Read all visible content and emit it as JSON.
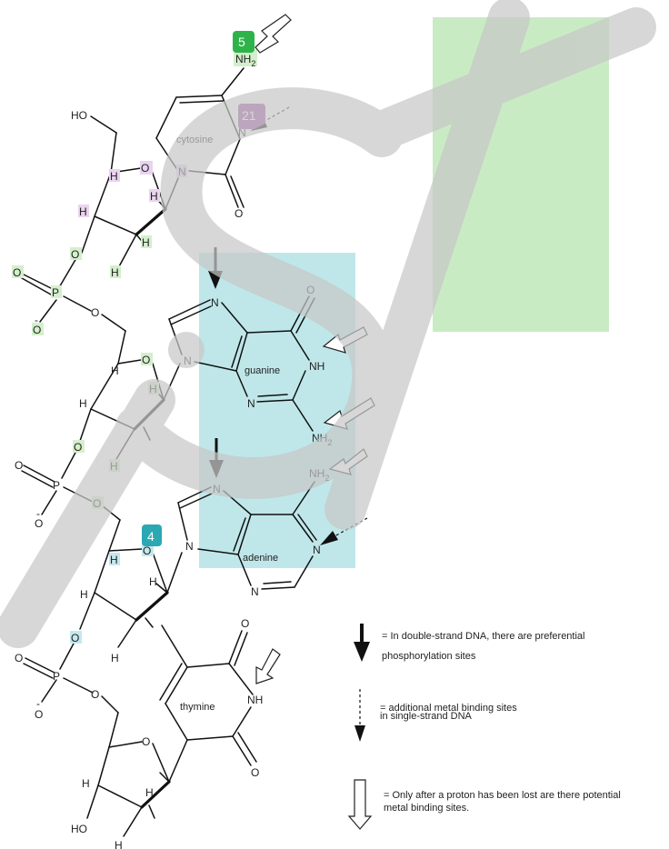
{
  "watermark": {
    "text": "iStock"
  },
  "badges": {
    "b5": "5",
    "b21": "21",
    "b4": "4"
  },
  "nucleobases": {
    "cytosine": "cytosine",
    "guanine": "guanine",
    "adenine": "adenine",
    "thymine": "thymine"
  },
  "atoms": {
    "nh2": "NH",
    "nh2_sub": "2",
    "n": "N",
    "nh": "NH",
    "o": "O",
    "h": "H",
    "p": "P",
    "ho": "HO",
    "o_minus": "O",
    "minus": "-"
  },
  "legend": {
    "solid_text_1": "= In double-strand DNA, there are   preferential",
    "solid_text_2": "phosphorylation sites",
    "dashed_text_1": "= additional metal binding sites",
    "dashed_text_2": "in single-strand DNA",
    "hollow_text_1": "= Only after a proton has been lost are there potential",
    "hollow_text_2": "metal binding sites."
  },
  "colors": {
    "green_highlight": "#c9ebc4",
    "cyan_highlight": "#bfe7ea",
    "badge_green": "#2eb34a",
    "badge_purple": "#9c4ea3",
    "badge_teal": "#2aa9b3",
    "atom_green_bg": "#d4efcc",
    "atom_purple_bg": "#ead3ef",
    "atom_cyan_bg": "#c4e8ee",
    "watermark": "#c8c8c8"
  }
}
